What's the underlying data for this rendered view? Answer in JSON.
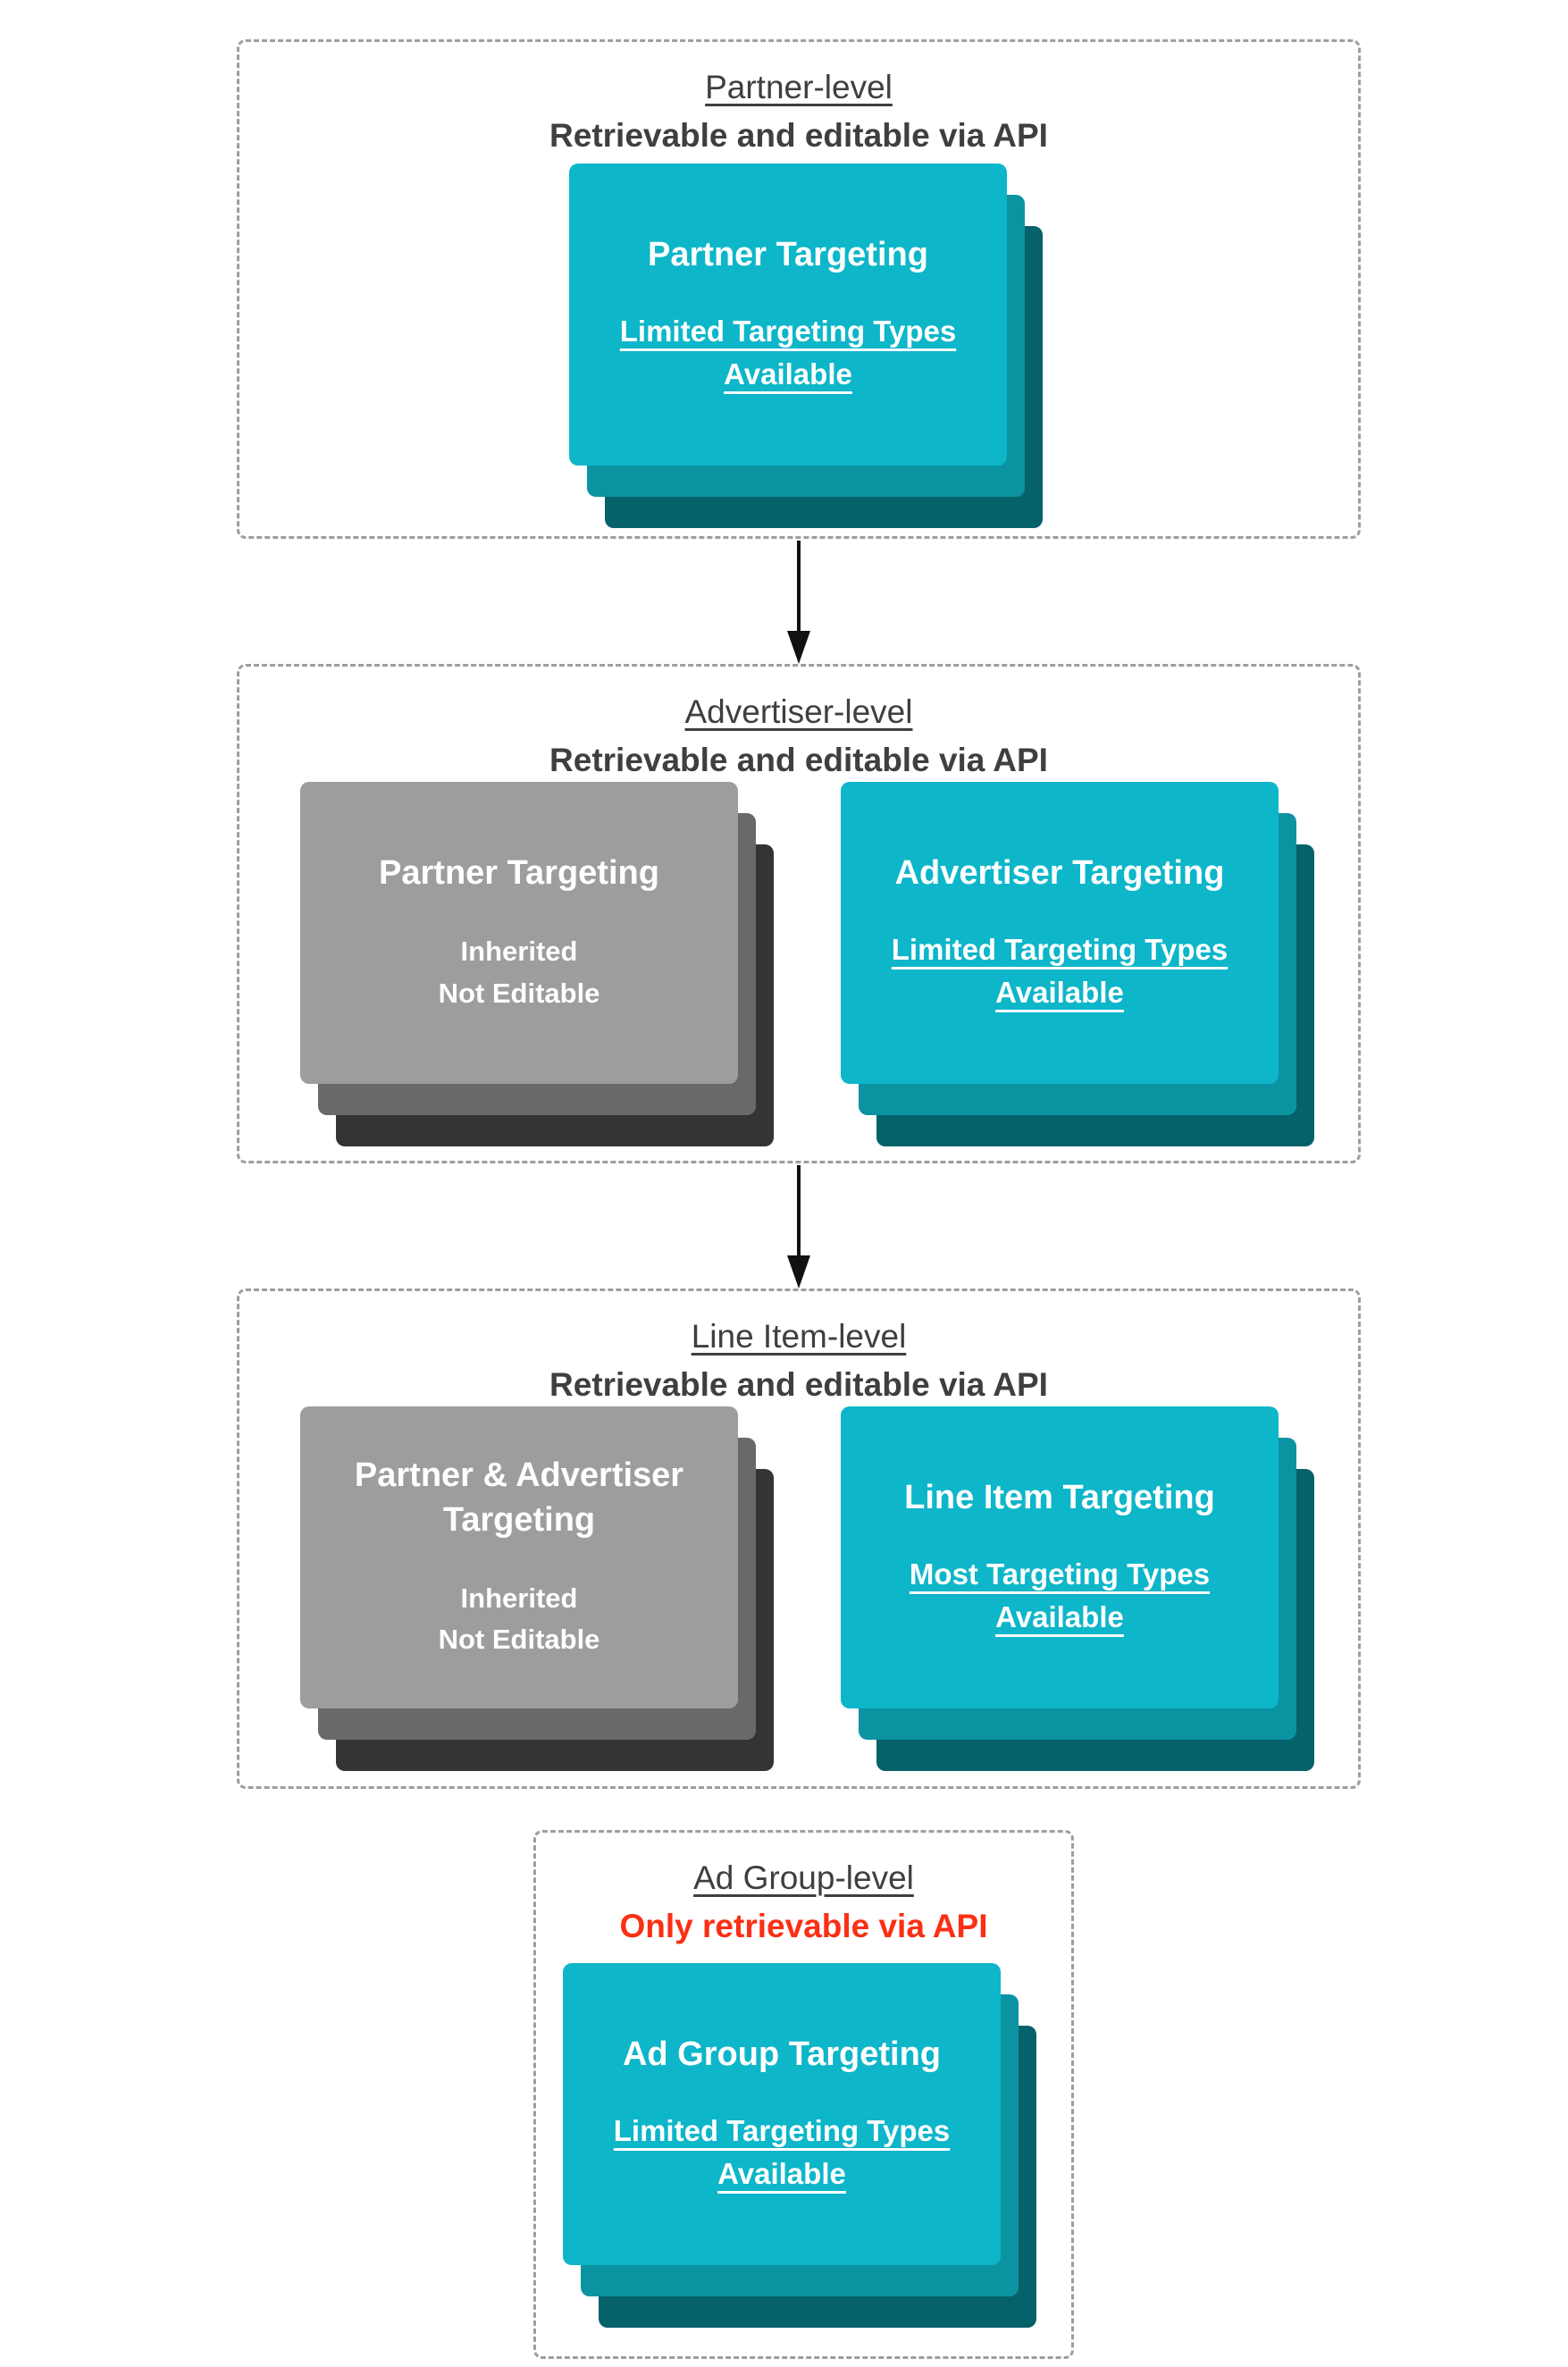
{
  "palette": {
    "card_teal": "#0db6c9",
    "card_teal_shadow_mid": "#0b93a2",
    "card_teal_shadow_back": "#05616a",
    "card_gray": "#9d9d9d",
    "card_gray_shadow_mid": "#696969",
    "card_gray_shadow_back": "#343434",
    "heading_text": "#3f3f3f",
    "alert_red": "#fa2f14",
    "card_text": "#ffffff",
    "dashed_border": "#9e9e9e",
    "arrow_black": "#111111"
  },
  "sections": [
    {
      "level": "Partner-level",
      "access": "Retrievable and editable via API",
      "cards": [
        {
          "title": "Partner Targeting",
          "subtitle": "Limited Targeting Types Available"
        }
      ]
    },
    {
      "level": "Advertiser-level",
      "access": "Retrievable and editable via API",
      "cards": [
        {
          "title": "Partner Targeting",
          "line1": "Inherited",
          "line2": "Not Editable"
        },
        {
          "title": "Advertiser Targeting",
          "subtitle": "Limited Targeting Types Available"
        }
      ]
    },
    {
      "level": "Line Item-level",
      "access": "Retrievable and editable via API",
      "cards": [
        {
          "title": "Partner & Advertiser Targeting",
          "line1": "Inherited",
          "line2": "Not Editable"
        },
        {
          "title": "Line Item Targeting",
          "subtitle": "Most Targeting Types Available"
        }
      ]
    },
    {
      "level": "Ad Group-level",
      "access": "Only retrievable via API",
      "cards": [
        {
          "title": "Ad Group Targeting",
          "subtitle": "Limited Targeting Types Available"
        }
      ]
    }
  ]
}
